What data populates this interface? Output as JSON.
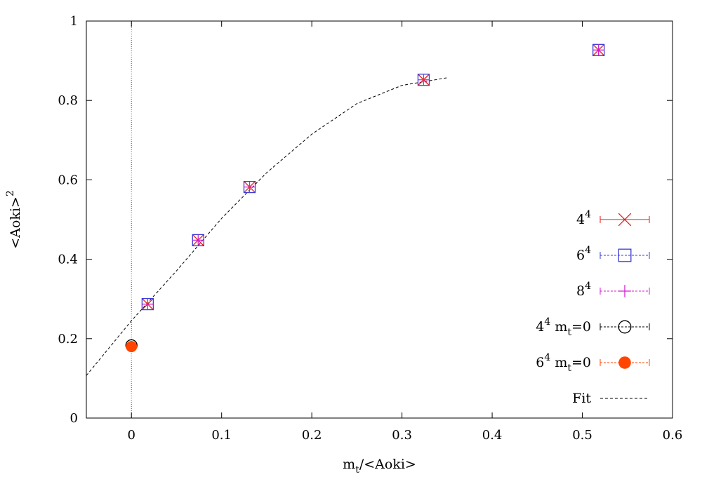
{
  "chart_data": {
    "type": "scatter",
    "title": "",
    "xlabel": {
      "base": "m",
      "sub": "t",
      "rest": "/<Aoki>"
    },
    "ylabel": {
      "base": "<Aoki>",
      "sup": "2"
    },
    "xlim": [
      -0.05,
      0.6
    ],
    "ylim": [
      0,
      1
    ],
    "xticks": [
      0,
      0.1,
      0.2,
      0.3,
      0.4,
      0.5,
      0.6
    ],
    "yticks": [
      0,
      0.2,
      0.4,
      0.6,
      0.8,
      1
    ],
    "xtick_labels": [
      "0",
      "0.1",
      "0.2",
      "0.3",
      "0.4",
      "0.5",
      "0.6"
    ],
    "ytick_labels": [
      "0",
      "0.2",
      "0.4",
      "0.6",
      "0.8",
      "1"
    ],
    "grid": false,
    "vertical_reference_line_x": 0,
    "legend_position": "right",
    "series": [
      {
        "name": "4^4",
        "label": {
          "base": "4",
          "sup": "4"
        },
        "marker": "x",
        "color": "#e41a1c",
        "points": [
          [
            0.018,
            0.287
          ],
          [
            0.074,
            0.448
          ],
          [
            0.131,
            0.582
          ],
          [
            0.324,
            0.852
          ],
          [
            0.518,
            0.927
          ]
        ]
      },
      {
        "name": "6^4",
        "label": {
          "base": "6",
          "sup": "4"
        },
        "marker": "open-square",
        "color": "#3b3bd6",
        "points": [
          [
            0.018,
            0.287
          ],
          [
            0.074,
            0.448
          ],
          [
            0.131,
            0.582
          ],
          [
            0.324,
            0.852
          ],
          [
            0.518,
            0.927
          ]
        ]
      },
      {
        "name": "8^4",
        "label": {
          "base": "8",
          "sup": "4"
        },
        "marker": "plus",
        "color": "#d21fd2",
        "points": [
          [
            0.018,
            0.287
          ],
          [
            0.074,
            0.448
          ],
          [
            0.131,
            0.582
          ],
          [
            0.324,
            0.852
          ],
          [
            0.518,
            0.927
          ]
        ]
      },
      {
        "name": "4^4 m_t=0",
        "label": {
          "base": "4",
          "sup": "4",
          "mid": " m",
          "sub": "t",
          "rest": "=0"
        },
        "marker": "open-circle",
        "color": "#000000",
        "points": [
          [
            0.0,
            0.183
          ]
        ]
      },
      {
        "name": "6^4 m_t=0",
        "label": {
          "base": "6",
          "sup": "4",
          "mid": " m",
          "sub": "t",
          "rest": "=0"
        },
        "marker": "filled-circle",
        "color": "#ff4500",
        "points": [
          [
            0.0,
            0.18
          ]
        ]
      }
    ],
    "fit": {
      "name": "Fit",
      "label": {
        "base": "Fit"
      },
      "style": "dashed",
      "color": "#000000",
      "points": [
        [
          -0.05,
          0.107
        ],
        [
          0.0,
          0.245
        ],
        [
          0.05,
          0.371
        ],
        [
          0.1,
          0.503
        ],
        [
          0.15,
          0.618
        ],
        [
          0.2,
          0.715
        ],
        [
          0.25,
          0.792
        ],
        [
          0.3,
          0.838
        ],
        [
          0.35,
          0.857
        ]
      ]
    }
  }
}
